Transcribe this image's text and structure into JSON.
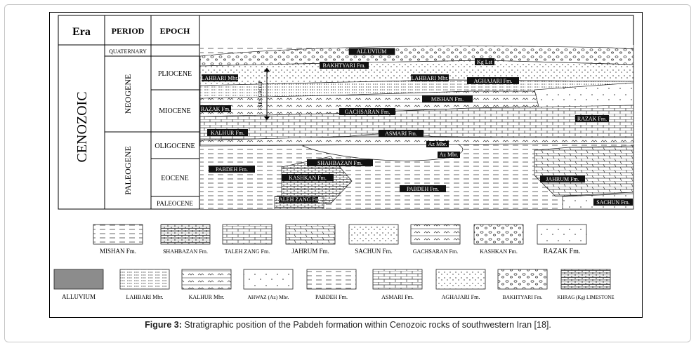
{
  "header": {
    "era": "Era",
    "period": "PERIOD",
    "epoch": "EPOCH"
  },
  "era": "CENOZOIC",
  "periods": {
    "quaternary": "QUATERNARY",
    "neogene": "NEOGENE",
    "paleogene": "PALEOGENE"
  },
  "epochs": {
    "pliocene": "PLIOCENE",
    "miocene": "MIOCENE",
    "oligocene": "OLIGOCENE",
    "eocene": "EOCENE",
    "paleocene": "PALEOCENE"
  },
  "section_labels": {
    "alluvium": "ALLUVIUM",
    "kg_lst": "Kg Lst",
    "bakhtyari": "BAKHTYARI Fm.",
    "lahbari_left": "LAHBARI Mbr.",
    "lahbari_mid": "LAHBARI Mbr.",
    "aghajari": "AGHAJARI Fm.",
    "fars_group": "FARS GROUP",
    "razak_left": "RAZAK Fm.",
    "mishan": "MISHAN Fm.",
    "gachsaran": "GACHSARAN Fm.",
    "razak_right": "RAZAK Fm.",
    "kalhur": "KALHUR Fm.",
    "asmari": "ASMARI Fm.",
    "az_mbr_1": "Az Mbr.",
    "az_mbr_2": "Az Mbr.",
    "pabdeh_left": "PABDEH Fm.",
    "shahbazan": "SHAHBAZAN Fm.",
    "kashkan": "KASHKAN Fm.",
    "jahrum": "JAHRUM Fm.",
    "pabdeh_mid": "PABDEH Fm.",
    "taleh_zang": "TALEH ZANG Fm.",
    "sachun": "SACHUN Fm."
  },
  "legend_row1": [
    "MISHAN Fm.",
    "SHAHBAZAN Fm.",
    "TALEH ZANG Fm.",
    "JAHRUM Fm.",
    "SACHUN Fm.",
    "GACHSARAN Fm.",
    "KASHKAN Fm.",
    "RAZAK Fm."
  ],
  "legend_row2": [
    "ALLUVIUM",
    "LAHBARI Mbr.",
    "KALHUR Mbr.",
    "AHWAZ (Az) Mbr.",
    "PABDEH Fm.",
    "ASMARI Fm.",
    "AGHAJARI Fm.",
    "BAKHTYARI Fm.",
    "KHRAG (Kg) LIMESTONE"
  ],
  "caption": {
    "prefix": "Figure 3:",
    "text": " Stratigraphic position of the Pabdeh formation within Cenozoic rocks of southwestern Iran [18]."
  },
  "colors": {
    "alluvium": "#8c8c8c",
    "line": "#000000",
    "label_bg": "#111111"
  }
}
